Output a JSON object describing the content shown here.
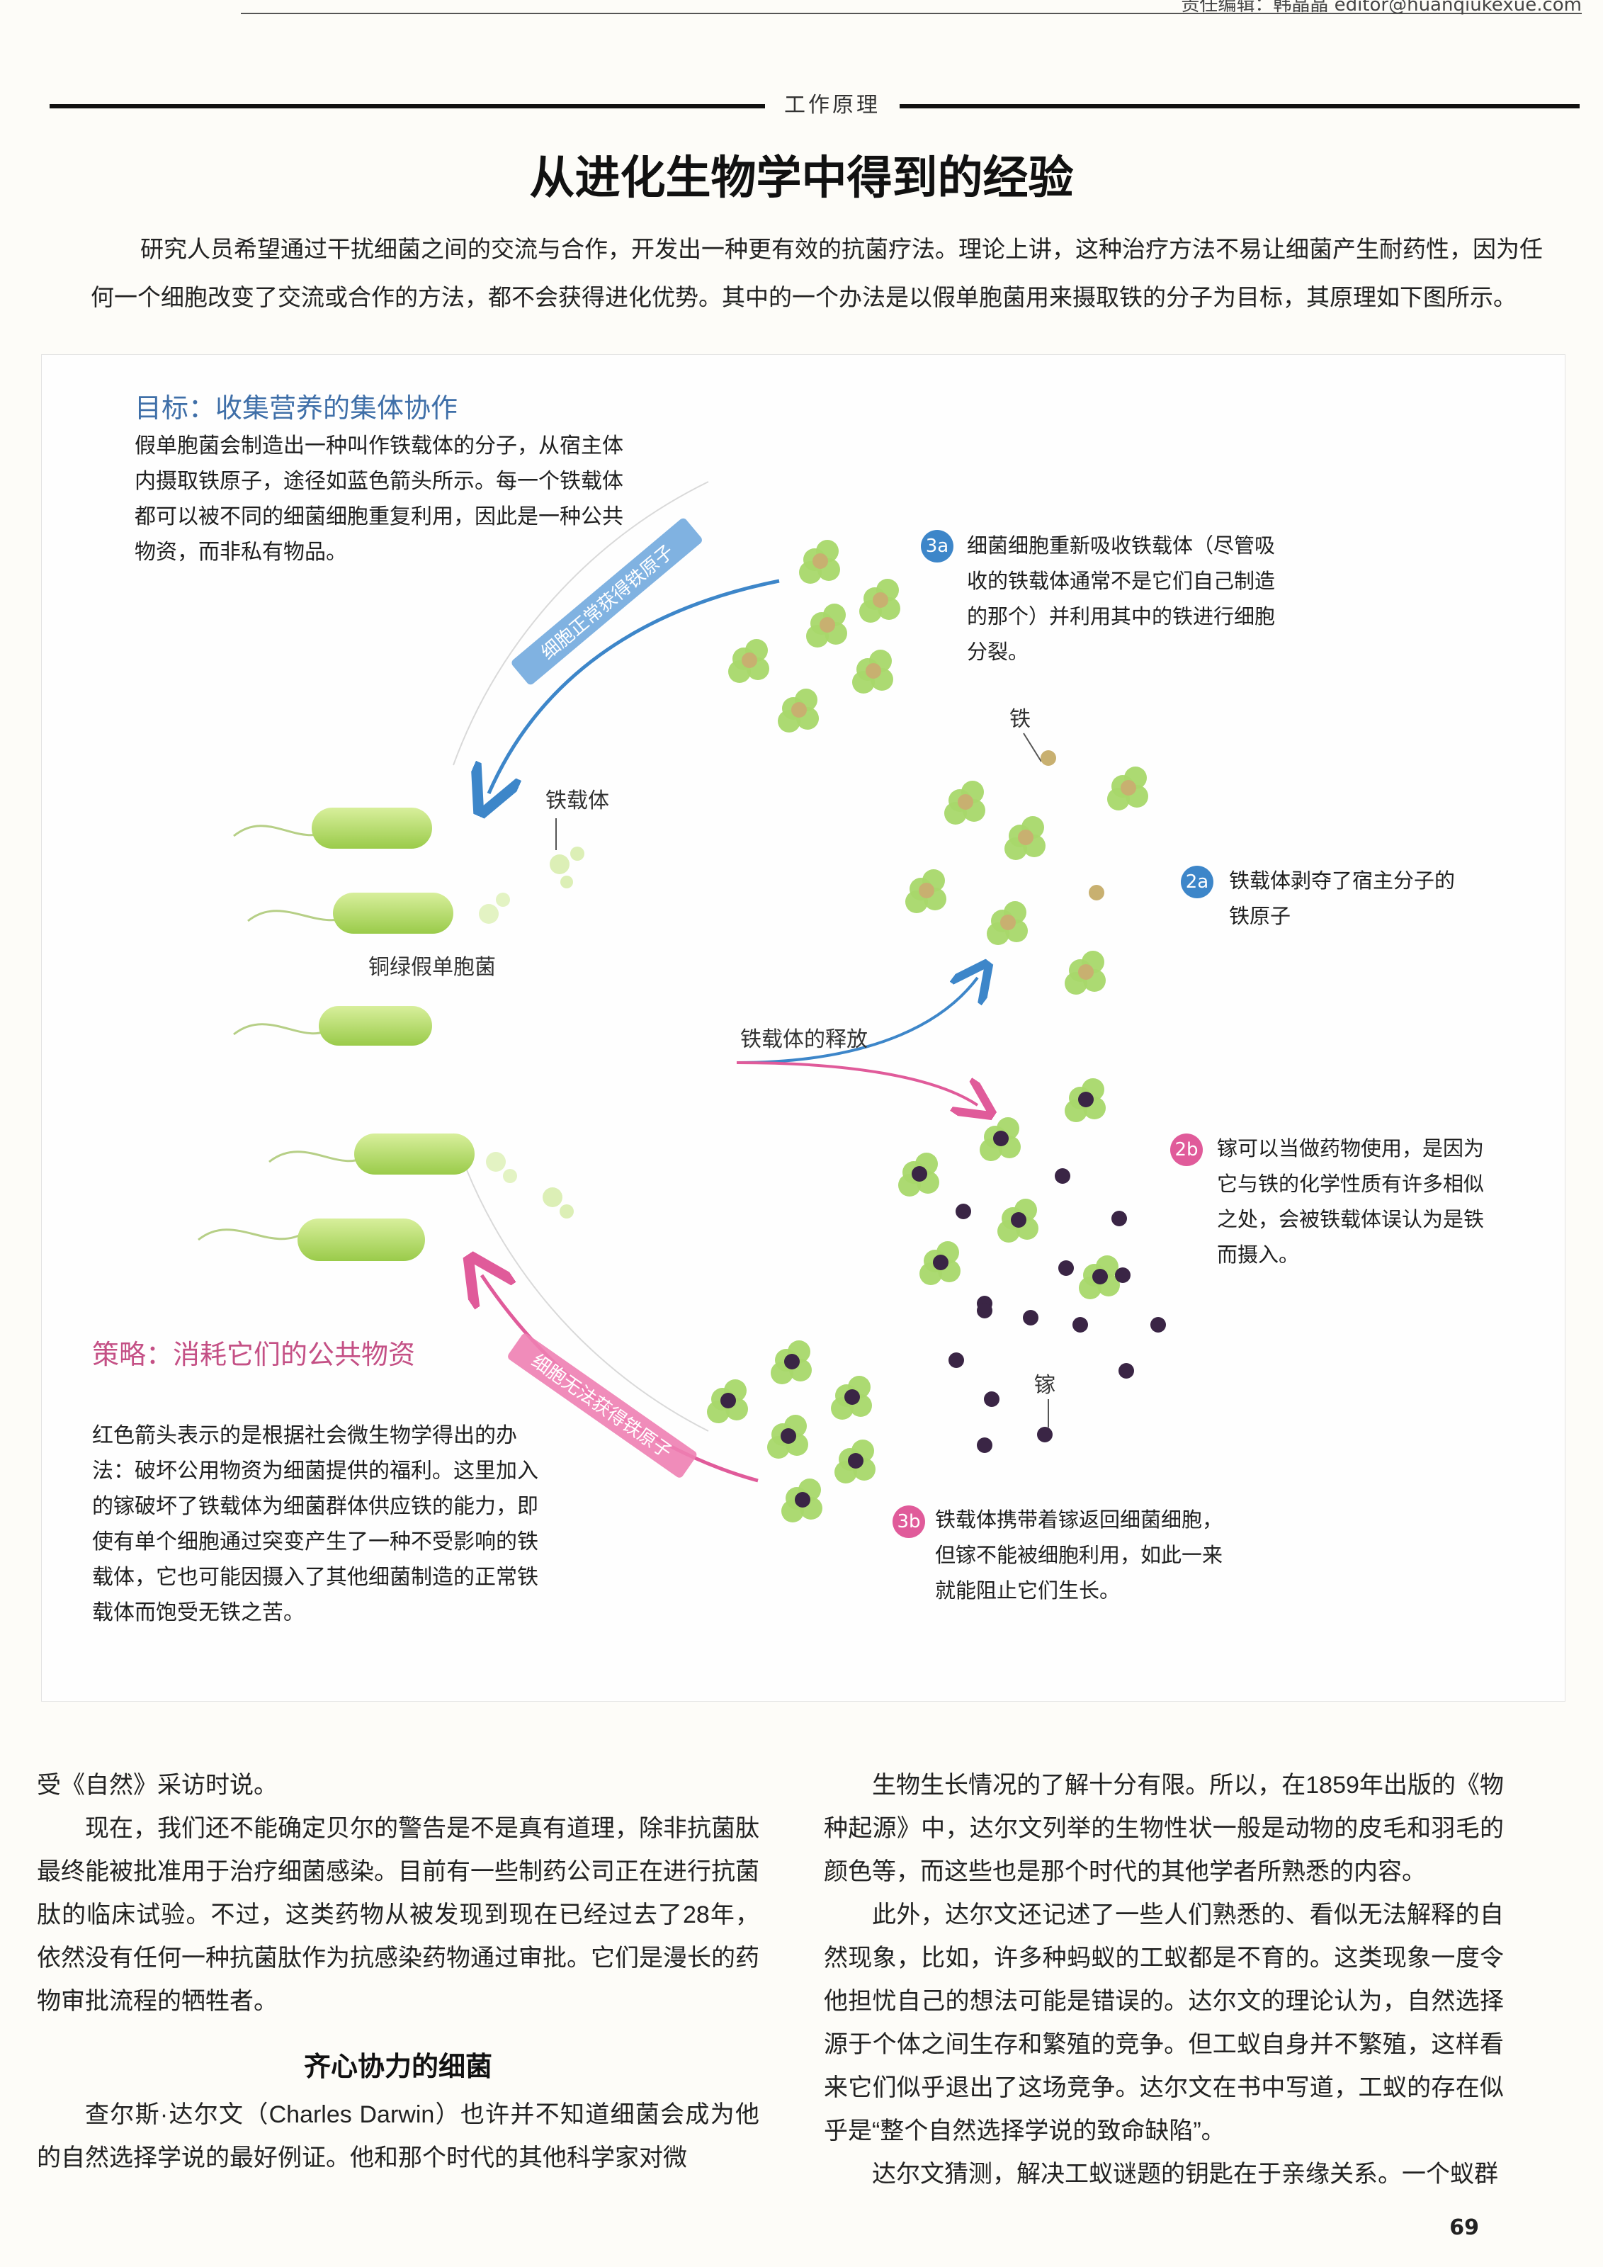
{
  "header": {
    "top_right": "责任编辑：韩晶晶  editor@huanqiukexue.com",
    "section": "工作原理",
    "title": "从进化生物学中得到的经验"
  },
  "intro": "研究人员希望通过干扰细菌之间的交流与合作，开发出一种更有效的抗菌疗法。理论上讲，这种治疗方法不易让细菌产生耐药性，因为任何一个细胞改变了交流或合作的方法，都不会获得进化优势。其中的一个办法是以假单胞菌用来摄取铁的分子为目标，其原理如下图所示。",
  "figure": {
    "goal": {
      "heading": "目标：收集营养的集体协作",
      "text": "假单胞菌会制造出一种叫作铁载体的分子，从宿主体内摄取铁原子，途径如蓝色箭头所示。每一个铁载体都可以被不同的细菌细胞重复利用，因此是一种公共物资，而非私有物品。"
    },
    "strategy": {
      "heading": "策略：消耗它们的公共物资",
      "text": "红色箭头表示的是根据社会微生物学得出的办法：破坏公用物资为细菌提供的福利。这里加入的镓破坏了铁载体为细菌群体供应铁的能力，即使有单个细胞通过突变产生了一种不受影响的铁载体，它也可能因摄入了其他细菌制造的正常铁载体而饱受无铁之苦。"
    },
    "labels": {
      "siderophore": "铁载体",
      "bacteria": "铜绿假单胞菌",
      "release": "铁载体的释放",
      "iron": "铁",
      "gallium": "镓",
      "arrow_blue": "细胞正常获得铁原子",
      "arrow_pink": "细胞无法获得铁原子"
    },
    "steps": {
      "s3a": {
        "num": "3a",
        "text": "细菌细胞重新吸收铁载体（尽管吸收的铁载体通常不是它们自己制造的那个）并利用其中的铁进行细胞分裂。"
      },
      "s2a": {
        "num": "2a",
        "text": "铁载体剥夺了宿主分子的铁原子"
      },
      "s2b": {
        "num": "2b",
        "text": "镓可以当做药物使用，是因为它与铁的化学性质有许多相似之处，会被铁载体误认为是铁而摄入。"
      },
      "s3b": {
        "num": "3b",
        "text": "铁载体携带着镓返回细菌细胞，但镓不能被细胞利用，如此一来就能阻止它们生长。"
      }
    }
  },
  "body": {
    "left": {
      "p1": "受《自然》采访时说。",
      "p2": "现在，我们还不能确定贝尔的警告是不是真有道理，除非抗菌肽最终能被批准用于治疗细菌感染。目前有一些制药公司正在进行抗菌肽的临床试验。不过，这类药物从被发现到现在已经过去了28年，依然没有任何一种抗菌肽作为抗感染药物通过审批。它们是漫长的药物审批流程的牺牲者。",
      "subhead": "齐心协力的细菌",
      "p3": "查尔斯·达尔文（Charles Darwin）也许并不知道细菌会成为他的自然选择学说的最好例证。他和那个时代的其他科学家对微"
    },
    "right": {
      "p1": "生物生长情况的了解十分有限。所以，在1859年出版的《物种起源》中，达尔文列举的生物性状一般是动物的皮毛和羽毛的颜色等，而这些也是那个时代的其他学者所熟悉的内容。",
      "p2": "此外，达尔文还记述了一些人们熟悉的、看似无法解释的自然现象，比如，许多种蚂蚁的工蚁都是不育的。这类现象一度令他担忧自己的想法可能是错误的。达尔文的理论认为，自然选择源于个体之间生存和繁殖的竞争。但工蚁自身并不繁殖，这样看来它们似乎退出了这场竞争。达尔文在书中写道，工蚁的存在似乎是“整个自然选择学说的致命缺陷”。",
      "p3": "达尔文猜测，解决工蚁谜题的钥匙在于亲缘关系。一个蚁群"
    },
    "page_number": "69"
  },
  "colors": {
    "blue_arrow": "#3d86c9",
    "pink_arrow": "#e05b9a",
    "siderophore_green": "#a8d86a",
    "iron_tan": "#c8b070",
    "gallium_purple": "#3a2545"
  }
}
